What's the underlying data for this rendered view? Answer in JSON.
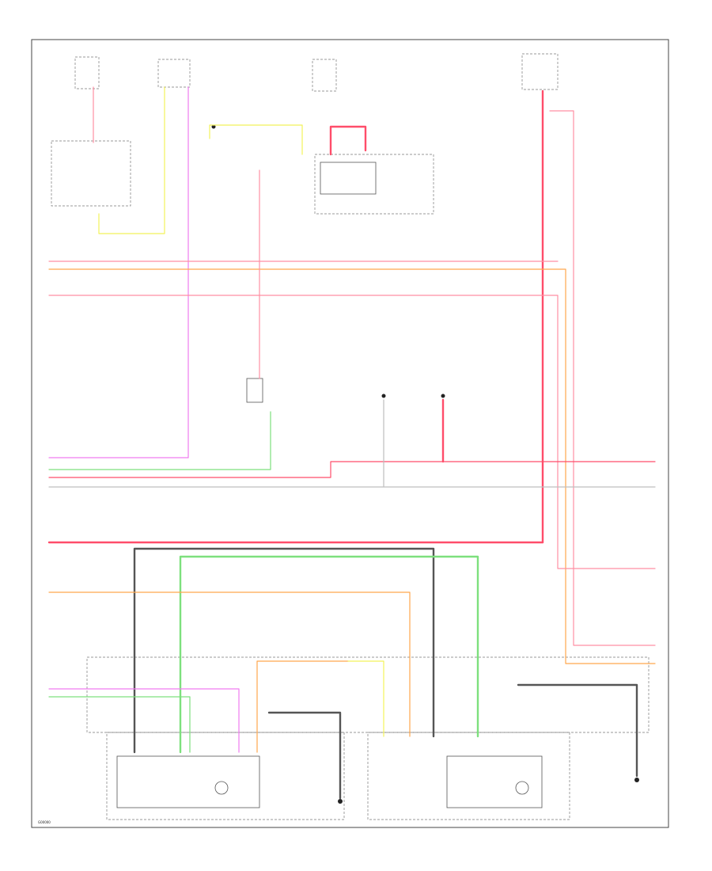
{
  "colors": {
    "red": "#ff4d6a",
    "pink": "#ff8fa3",
    "yellow": "#f2f25a",
    "violet": "#f07cf0",
    "green": "#7de07d",
    "orange": "#ffa64d",
    "black": "#555555",
    "white_wire": "#bfbfbf",
    "frame": "#444444"
  },
  "wires": [
    {
      "name": "wire-red-top-left",
      "color": "pink",
      "thick": false
    },
    {
      "name": "wire-yellow-ignition",
      "color": "yellow",
      "thick": false
    },
    {
      "name": "wire-violet-vertical",
      "color": "violet",
      "thick": false
    },
    {
      "name": "wire-red-hot",
      "color": "red",
      "thick": true
    },
    {
      "name": "wire-red-bus-1",
      "color": "pink",
      "thick": false
    },
    {
      "name": "wire-orange-bus",
      "color": "orange",
      "thick": false
    },
    {
      "name": "wire-red-bus-2",
      "color": "pink",
      "thick": false
    },
    {
      "name": "wire-pink-right-vertical",
      "color": "pink",
      "thick": false
    },
    {
      "name": "wire-violet-horizontal",
      "color": "violet",
      "thick": false
    },
    {
      "name": "wire-green-horizontal",
      "color": "green",
      "thick": false
    },
    {
      "name": "wire-red-middle",
      "color": "red",
      "thick": false
    },
    {
      "name": "wire-white-middle",
      "color": "white_wire",
      "thick": false
    },
    {
      "name": "wire-red-thick-long",
      "color": "red",
      "thick": true
    },
    {
      "name": "wire-black-loop",
      "color": "black",
      "thick": true
    },
    {
      "name": "wire-green-loop",
      "color": "green",
      "thick": true
    },
    {
      "name": "wire-orange-lower",
      "color": "orange",
      "thick": false
    },
    {
      "name": "wire-orange-bottom",
      "color": "orange",
      "thick": false
    },
    {
      "name": "wire-yellow-bottom",
      "color": "yellow",
      "thick": false
    },
    {
      "name": "wire-violet-bottom",
      "color": "violet",
      "thick": false
    },
    {
      "name": "wire-green-bottom",
      "color": "green",
      "thick": false
    },
    {
      "name": "wire-black-right",
      "color": "black",
      "thick": true
    }
  ],
  "labels": {
    "footer_code": "G00000"
  }
}
